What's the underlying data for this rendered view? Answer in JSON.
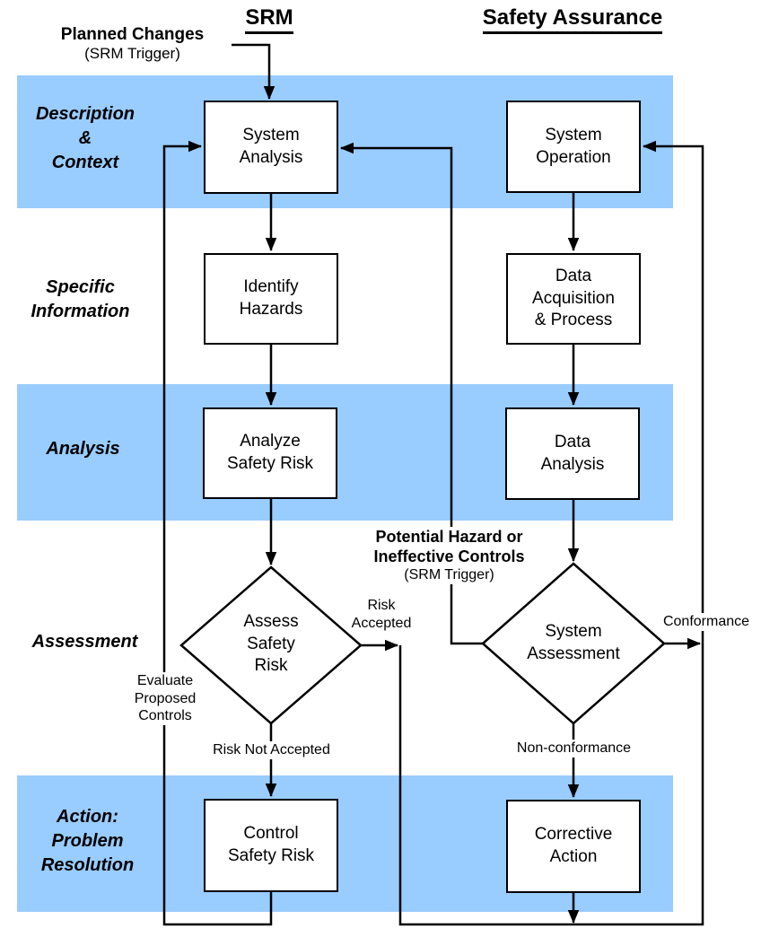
{
  "colors": {
    "band": "#99CCFF",
    "line": "#000000",
    "box_fill": "#FFFFFF",
    "text": "#000000"
  },
  "column_titles": {
    "srm": "SRM",
    "safety_assurance": "Safety Assurance"
  },
  "planned_changes": {
    "title": "Planned Changes",
    "subtitle": "(SRM Trigger)"
  },
  "row_labels": {
    "description_context": "Description\n&\nContext",
    "specific_information": "Specific\nInformation",
    "analysis": "Analysis",
    "assessment": "Assessment",
    "action_problem_resolution": "Action:\nProblem\nResolution"
  },
  "srm_column": {
    "system_analysis": "System\nAnalysis",
    "identify_hazards": "Identify\nHazards",
    "analyze_safety_risk": "Analyze\nSafety Risk",
    "assess_safety_risk": "Assess\nSafety\nRisk",
    "control_safety_risk": "Control\nSafety Risk"
  },
  "sa_column": {
    "system_operation": "System\nOperation",
    "data_acquisition": "Data\nAcquisition\n& Process",
    "data_analysis": "Data\nAnalysis",
    "system_assessment": "System\nAssessment",
    "corrective_action": "Corrective\nAction"
  },
  "edge_labels": {
    "risk_accepted": "Risk\nAccepted",
    "risk_not_accepted": "Risk Not Accepted",
    "evaluate_proposed_controls": "Evaluate\nProposed\nControls",
    "conformance": "Conformance",
    "non_conformance": "Non-conformance",
    "potential_hazard_title": "Potential Hazard or\nIneffective Controls",
    "potential_hazard_subtitle": "(SRM Trigger)"
  }
}
